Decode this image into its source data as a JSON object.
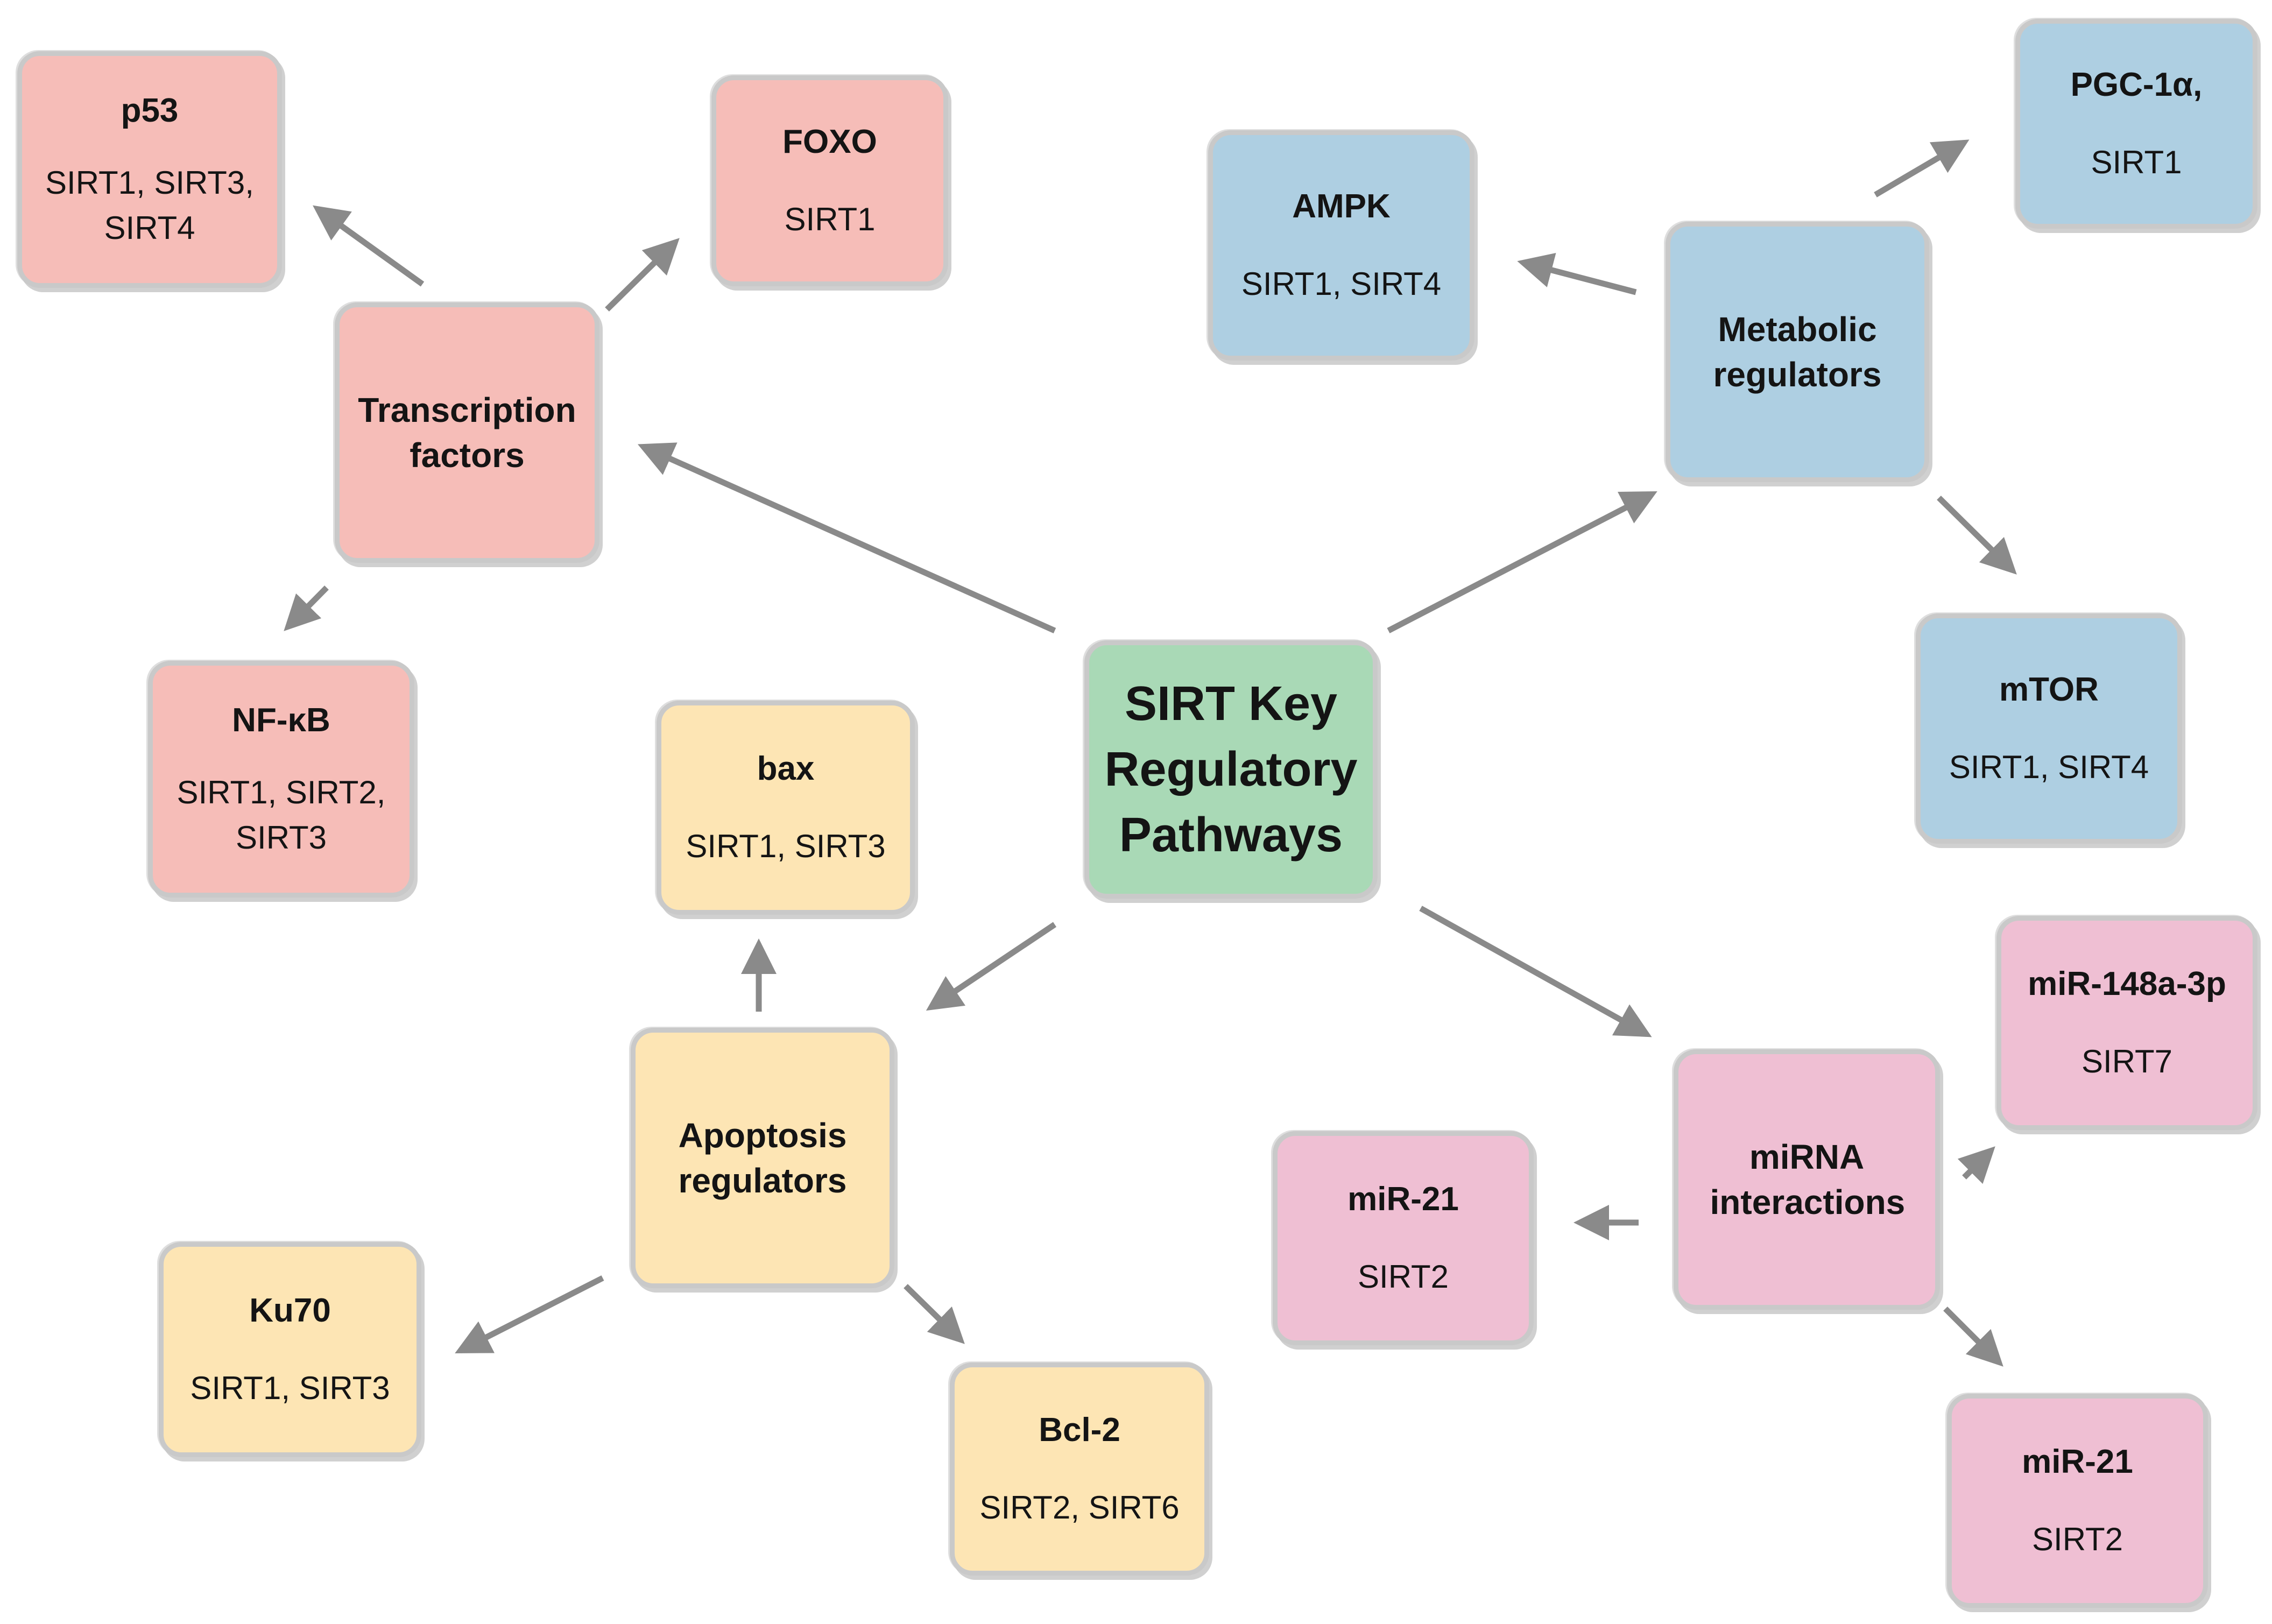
{
  "colors": {
    "transcription": "#f6bdb8",
    "metabolic": "#aecfe2",
    "apoptosis": "#fde5b4",
    "mirna": "#efbfd3",
    "center": "#a9d9b6",
    "arrow": "#8a8a8a",
    "border": "#c9c9c9"
  },
  "center": {
    "title": "SIRT Key Regulatory Pathways"
  },
  "transcription_factors": {
    "title": "Transcription factors",
    "p53": {
      "title": "p53",
      "sirts": "SIRT1, SIRT3, SIRT4"
    },
    "foxo": {
      "title": "FOXO",
      "sirts": "SIRT1"
    },
    "nfkb": {
      "title": "NF-κB",
      "sirts": "SIRT1, SIRT2, SIRT3"
    }
  },
  "metabolic_regulators": {
    "title": "Metabolic regulators",
    "ampk": {
      "title": "AMPK",
      "sirts": "SIRT1, SIRT4"
    },
    "pgc1a": {
      "title": "PGC-1α,",
      "sirts": "SIRT1"
    },
    "mtor": {
      "title": "mTOR",
      "sirts": "SIRT1, SIRT4"
    }
  },
  "apoptosis_regulators": {
    "title": "Apoptosis regulators",
    "bax": {
      "title": "bax",
      "sirts": "SIRT1, SIRT3"
    },
    "ku70": {
      "title": "Ku70",
      "sirts": "SIRT1, SIRT3"
    },
    "bcl2": {
      "title": "Bcl-2",
      "sirts": "SIRT2, SIRT6"
    }
  },
  "mirna_interactions": {
    "title": "miRNA interactions",
    "mir148a": {
      "title": "miR-148a-3p",
      "sirts": "SIRT7"
    },
    "mir21_left": {
      "title": "miR-21",
      "sirts": "SIRT2"
    },
    "mir21_bottom": {
      "title": "miR-21",
      "sirts": "SIRT2"
    }
  }
}
